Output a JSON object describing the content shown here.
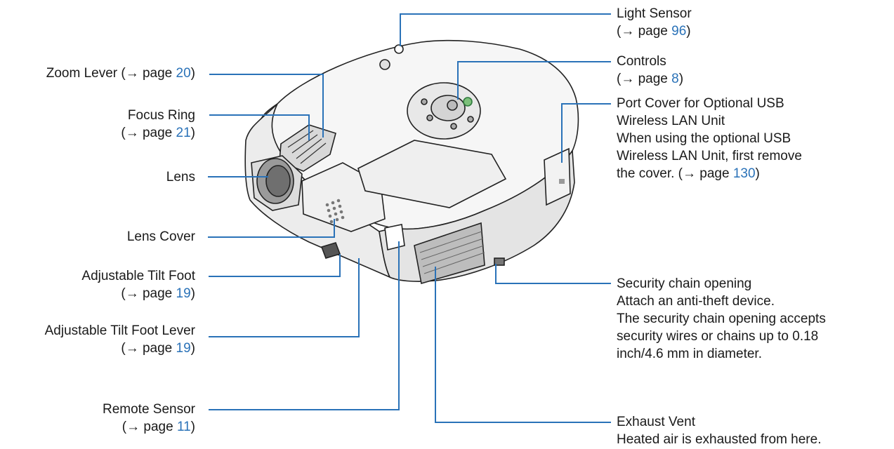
{
  "colors": {
    "leader_line": "#2a72b8",
    "page_link": "#2a72b8",
    "text": "#1a1a1a"
  },
  "labels": {
    "zoom_lever": {
      "title": "Zoom Lever",
      "ref_prefix": "(→ page ",
      "page": "20",
      "ref_suffix": ")"
    },
    "focus_ring": {
      "title": "Focus Ring",
      "ref_prefix": "(→ page ",
      "page": "21",
      "ref_suffix": ")"
    },
    "lens": {
      "title": "Lens"
    },
    "lens_cover": {
      "title": "Lens Cover"
    },
    "tilt_foot": {
      "title": "Adjustable Tilt Foot",
      "ref_prefix": "(→ page ",
      "page": "19",
      "ref_suffix": ")"
    },
    "tilt_foot_lever": {
      "title": "Adjustable Tilt Foot Lever",
      "ref_prefix": "(→ page ",
      "page": "19",
      "ref_suffix": ")"
    },
    "remote_sensor": {
      "title": "Remote Sensor",
      "ref_prefix": "(→ page ",
      "page": "11",
      "ref_suffix": ")"
    },
    "light_sensor": {
      "title": "Light Sensor",
      "ref_prefix": "(→ page ",
      "page": "96",
      "ref_suffix": ")"
    },
    "controls": {
      "title": "Controls",
      "ref_prefix": "(→ page ",
      "page": "8",
      "ref_suffix": ")"
    },
    "port_cover": {
      "line1": "Port Cover for Optional USB",
      "line2": "Wireless LAN Unit",
      "line3": "When using the optional USB",
      "line4": "Wireless LAN Unit, first remove",
      "line5_prefix": "the cover. (→ page ",
      "page": "130",
      "ref_suffix": ")"
    },
    "security_chain": {
      "line1": "Security chain opening",
      "line2": "Attach an anti-theft device.",
      "line3": "The security chain opening accepts",
      "line4": "security wires or chains up to 0.18",
      "line5": "inch/4.6 mm in diameter."
    },
    "exhaust_vent": {
      "line1": "Exhaust Vent",
      "line2": "Heated air is exhausted from here."
    }
  }
}
